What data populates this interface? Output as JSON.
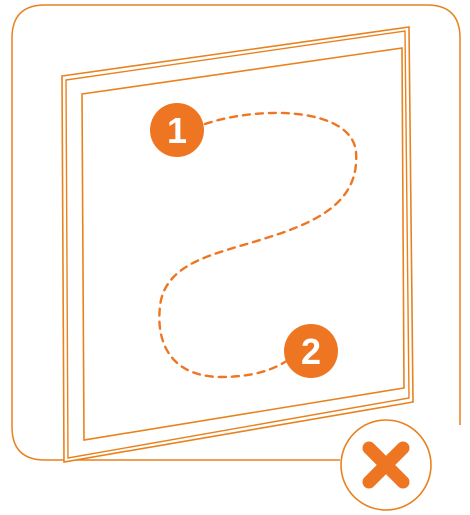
{
  "instruction_card": {
    "illustration": "window-panel-with-dashed-wiping-path",
    "markers": [
      {
        "label": "1"
      },
      {
        "label": "2"
      }
    ],
    "status_icon": "close-icon",
    "colors": {
      "accent": "#EE7623",
      "outline": "#E8821E",
      "background": "#FFFFFF",
      "icon_glyph": "#FFFFFF"
    }
  }
}
